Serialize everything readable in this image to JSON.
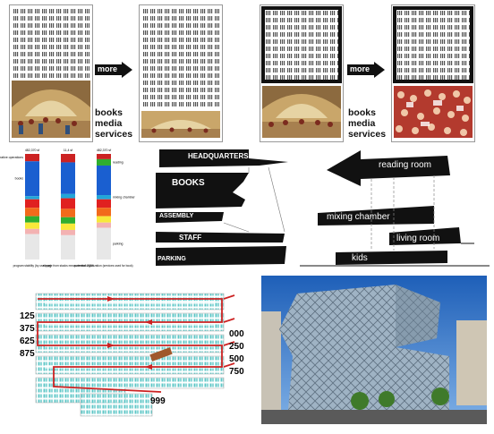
{
  "top_row": {
    "arrow_labels": [
      "more",
      "more"
    ],
    "services_lines": [
      "books",
      "media",
      "services"
    ]
  },
  "bar_chart": {
    "columns": [
      {
        "header": "482,370 sf",
        "caption": "program stability (by use type)",
        "segments": [
          {
            "label": "administrative operations",
            "color": "#cc2222",
            "frac": 0.07
          },
          {
            "label": "books",
            "color": "#1a5fd0",
            "frac": 0.33
          },
          {
            "label": "",
            "color": "#22a6d8",
            "frac": 0.03
          },
          {
            "label": "",
            "color": "#e02020",
            "frac": 0.08
          },
          {
            "label": "",
            "color": "#f26a1b",
            "frac": 0.08
          },
          {
            "label": "",
            "color": "#2fae2f",
            "frac": 0.06
          },
          {
            "label": "",
            "color": "#f7e93a",
            "frac": 0.06
          },
          {
            "label": "",
            "color": "#f3b2b2",
            "frac": 0.05
          },
          {
            "label": "",
            "color": "#e7e7e7",
            "frac": 0.24
          }
        ]
      },
      {
        "header": "11,4 sf",
        "caption": "storage from stacks measurement 2020",
        "segments": [
          {
            "label": "",
            "color": "#cc2222",
            "frac": 0.08
          },
          {
            "label": "",
            "color": "#1a5fd0",
            "frac": 0.3
          },
          {
            "label": "",
            "color": "#22a6d8",
            "frac": 0.04
          },
          {
            "label": "",
            "color": "#e02020",
            "frac": 0.1
          },
          {
            "label": "",
            "color": "#f26a1b",
            "frac": 0.08
          },
          {
            "label": "",
            "color": "#2fae2f",
            "frac": 0.06
          },
          {
            "label": "",
            "color": "#f7e93a",
            "frac": 0.06
          },
          {
            "label": "",
            "color": "#f3b2b2",
            "frac": 0.05
          },
          {
            "label": "",
            "color": "#e7e7e7",
            "frac": 0.23
          }
        ]
      },
      {
        "header": "482,370 sf",
        "caption": "potential organization (services used for book)",
        "segments": [
          {
            "label": "",
            "color": "#cc2222",
            "frac": 0.05
          },
          {
            "label": "reading",
            "color": "#2fae2f",
            "frac": 0.06
          },
          {
            "label": "",
            "color": "#1a5fd0",
            "frac": 0.28
          },
          {
            "label": "mixing chamber",
            "color": "#22a6d8",
            "frac": 0.04
          },
          {
            "label": "",
            "color": "#e02020",
            "frac": 0.08
          },
          {
            "label": "",
            "color": "#f26a1b",
            "frac": 0.08
          },
          {
            "label": "",
            "color": "#f7e93a",
            "frac": 0.06
          },
          {
            "label": "",
            "color": "#f3b2b2",
            "frac": 0.05
          },
          {
            "label": "parking",
            "color": "#e7e7e7",
            "frac": 0.3
          }
        ]
      }
    ]
  },
  "section_diagram": {
    "labels": [
      "HEADQUARTERS",
      "BOOKS",
      "ASSEMBLY",
      "STAFF",
      "PARKING"
    ]
  },
  "space_diagram": {
    "labels": [
      "reading room",
      "mixing chamber",
      "living room",
      "kids"
    ]
  },
  "spiral": {
    "left_numbers": [
      "125",
      "375",
      "625",
      "875"
    ],
    "right_numbers": [
      "000",
      "250",
      "500",
      "750"
    ],
    "bottom_number": "999"
  }
}
